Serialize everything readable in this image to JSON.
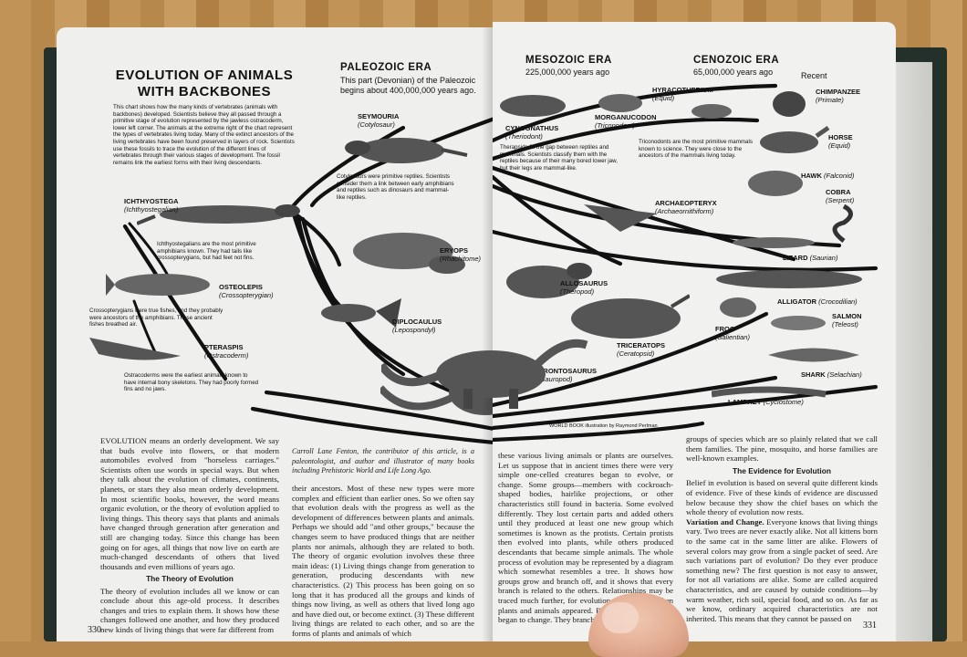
{
  "page": {
    "left_title": "EVOLUTION OF ANIMALS WITH BACKBONES",
    "intro": "This chart shows how the many kinds of vertebrates (animals with backbones) developed. Scientists believe they all passed through a primitive stage of evolution represented by the jawless ostracoderm, lower left corner. The animals at the extreme right of the chart represent the types of vertebrates living today. Many of the extinct ancestors of the living vertebrates have been found preserved in layers of rock. Scientists use these fossils to trace the evolution of the different lines of vertebrates through their various stages of development. The fossil remains link the earliest forms with their living descendants.",
    "eras": {
      "paleozoic": {
        "name": "PALEOZOIC ERA",
        "sub": "This part (Devonian) of the Paleozoic begins about 400,000,000 years ago."
      },
      "mesozoic": {
        "name": "MESOZOIC ERA",
        "sub": "225,000,000 years ago"
      },
      "cenozoic": {
        "name": "CENOZOIC ERA",
        "sub": "65,000,000 years ago"
      },
      "recent": "Recent"
    },
    "animals": {
      "seymouria": {
        "name": "SEYMOURIA",
        "group": "(Cotylosaur)"
      },
      "ichthyostega": {
        "name": "ICHTHYOSTEGA",
        "group": "(Ichthyostegalian)"
      },
      "osteolepis": {
        "name": "OSTEOLEPIS",
        "group": "(Crossopterygian)"
      },
      "pteraspis": {
        "name": "PTERASPIS",
        "group": "(Ostracoderm)"
      },
      "eryops": {
        "name": "ERYOPS",
        "group": "(Rhachitome)"
      },
      "diplocaulus": {
        "name": "DIPLOCAULUS",
        "group": "(Lepospondyl)"
      },
      "brontosaurus": {
        "name": "BRONTOSAURUS",
        "group": "(Sauropod)"
      },
      "allosaurus": {
        "name": "ALLOSAURUS",
        "group": "(Theropod)"
      },
      "triceratops": {
        "name": "TRICERATOPS",
        "group": "(Ceratopsid)"
      },
      "cynognathus": {
        "name": "CYNOGNATHUS",
        "group": "(Theriodont)"
      },
      "morganucodon": {
        "name": "MORGANUCODON",
        "group": "(Triconodont)"
      },
      "hyracotherium": {
        "name": "HYRACOTHERIUM",
        "group": "(Equid)"
      },
      "chimpanzee": {
        "name": "CHIMPANZEE",
        "group": "(Primate)"
      },
      "horse": {
        "name": "HORSE",
        "group": "(Equid)"
      },
      "hawk": {
        "name": "HAWK",
        "group": "(Falconid)"
      },
      "cobra": {
        "name": "COBRA",
        "group": "(Serpent)"
      },
      "archaeopteryx": {
        "name": "ARCHAEOPTERYX",
        "group": "(Archaeornithiform)"
      },
      "lizard": {
        "name": "LIZARD",
        "group": "(Saurian)"
      },
      "alligator": {
        "name": "ALLIGATOR",
        "group": "(Crocodilian)"
      },
      "frog": {
        "name": "FROG",
        "group": "(Salientian)"
      },
      "salmon": {
        "name": "SALMON",
        "group": "(Teleost)"
      },
      "shark": {
        "name": "SHARK",
        "group": "(Selachian)"
      },
      "lamprey": {
        "name": "LAMPREY",
        "group": "(Cyclostome)"
      }
    },
    "captions": {
      "cotylosaurs": "Cotylosaurs were primitive reptiles. Scientists consider them a link between early amphibians and reptiles such as dinosaurs and mammal-like reptiles.",
      "ichthyostegalians": "Ichthyostegalians are the most primitive amphibians known. They had tails like crossopterygians, but had feet not fins.",
      "crossopterygians": "Crossopterygians were true fishes, and they probably were ancestors of the amphibians. These ancient fishes breathed air.",
      "ostracoderms": "Ostracoderms were the earliest animals known to have internal bony skeletons. They had poorly formed fins and no jaws.",
      "therapsids": "Therapsids fill the gap between reptiles and mammals. Scientists classify them with the reptiles because of their many bored lower jaw, but their legs are mammal-like.",
      "triconodonts": "Triconodonts are the most primitive mammals known to science. They were close to the ancestors of the mammals living today."
    },
    "credit": "WORLD BOOK illustration by Raymond Perlman",
    "left_col1": "EVOLUTION means an orderly development. We say that buds evolve into flowers, or that modern automobiles evolved from \"horseless carriages.\" Scientists often use words in special ways. But when they talk about the evolution of climates, continents, planets, or stars they also mean orderly development. In most scientific books, however, the word means organic evolution, or the theory of evolution applied to living things. This theory says that plants and animals have changed through generation after generation and still are changing today. Since this change has been going on for ages, all things that now live on earth are much-changed descendants of others that lived thousands and even millions of years ago.",
    "left_col1_heading": "The Theory of Evolution",
    "left_col1_b": "The theory of evolution includes all we know or can conclude about this age-old process. It describes changes and tries to explain them. It shows how these changes followed one another, and how they produced new kinds of living things that were far different from",
    "left_col2_note": "Carroll Lane Fenton, the contributor of this article, is a paleontologist, and author and illustrator of many books including Prehistoric World and Life Long Ago.",
    "left_col2": "their ancestors. Most of these new types were more complex and efficient than earlier ones. So we often say that evolution deals with the progress as well as the development of differences between plants and animals. Perhaps we should add \"and other groups,\" because the changes seem to have produced things that are neither plants nor animals, although they are related to both. The theory of organic evolution involves these three main ideas: (1) Living things change from generation to generation, producing descendants with new characteristics. (2) This process has been going on so long that it has produced all the groups and kinds of things now living, as well as others that lived long ago and have died out, or become extinct. (3) These different living things are related to each other, and so are the forms of plants and animals of which",
    "right_col1": "these various living animals or plants are ourselves. Let us suppose that in ancient times there were very simple one-celled creatures began to evolve, or change. Some groups—members with cockroach-shaped bodies, hairlike projections, or other characteristics still found in bacteria. Some evolved differently. They lost certain parts and added others until they produced at least one new group which sometimes is known as the protists. Certain protists then evolved into plants, while others produced descendants that became simple animals. The whole process of evolution may be represented by a diagram which somewhat resembles a tree. It shows how groups grow and branch off, and it shows that every branch is related to the others. Relationships may be traced much further, for evolution did not stop when plants and animals appeared. Plants and animals also began to change. They branched into such groups as",
    "right_col2_a": "groups of species which are so plainly related that we call them families. The pine, mosquito, and horse families are well-known examples.",
    "right_col2_heading": "The Evidence for Evolution",
    "right_col2_b": "Belief in evolution is based on several quite different kinds of evidence. Five of these kinds of evidence are discussed below because they show the chief bases on which the whole theory of evolution now rests.",
    "right_col2_c_lead": "Variation and Change.",
    "right_col2_c": "Everyone knows that living things vary. Two trees are never exactly alike. Not all kittens born to the same cat in the same litter are alike. Flowers of several colors may grow from a single packet of seed. Are such variations part of evolution? Do they ever produce something new? The first question is not easy to answer, for not all variations are alike. Some are called acquired characteristics, and are caused by outside conditions—by warm weather, rich soil, special food, and so on. As far as we know, ordinary acquired characteristics are not inherited. This means that they cannot be passed on",
    "page_left_num": "330",
    "page_right_num": "331"
  }
}
